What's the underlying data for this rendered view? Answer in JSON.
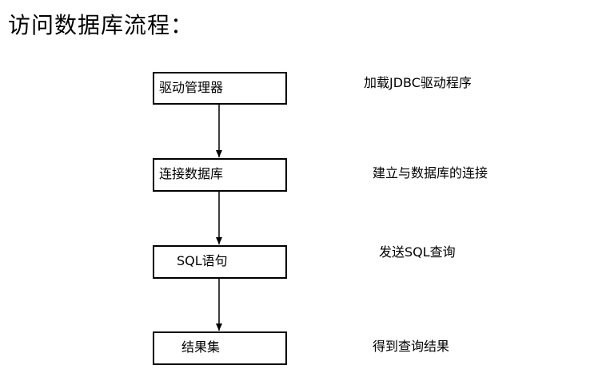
{
  "title": "访问数据库流程：",
  "steps": [
    {
      "label": "驱动管理器",
      "note": "加载JDBC驱动程序"
    },
    {
      "label": "连接数据库",
      "note": "建立与数据库的连接"
    },
    {
      "label": "SQL语句",
      "note": "发送SQL查询"
    },
    {
      "label": "结果集",
      "note": "得到查询结果"
    }
  ],
  "colors": {
    "stroke": "#000000",
    "background": "#ffffff",
    "text": "#000000"
  }
}
